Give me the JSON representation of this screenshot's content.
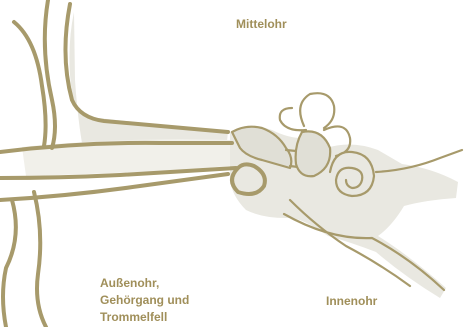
{
  "colors": {
    "outline": "#a79a6b",
    "fill": "#e9e8e1",
    "fill_dark": "#d9d8cf",
    "label_text": "#a08f5a"
  },
  "labels": {
    "middle_ear": "Mittelohr",
    "inner_ear": "Innenohr",
    "outer_ear": [
      "Außenohr,",
      "Gehörgang und",
      "Trommelfell"
    ]
  }
}
